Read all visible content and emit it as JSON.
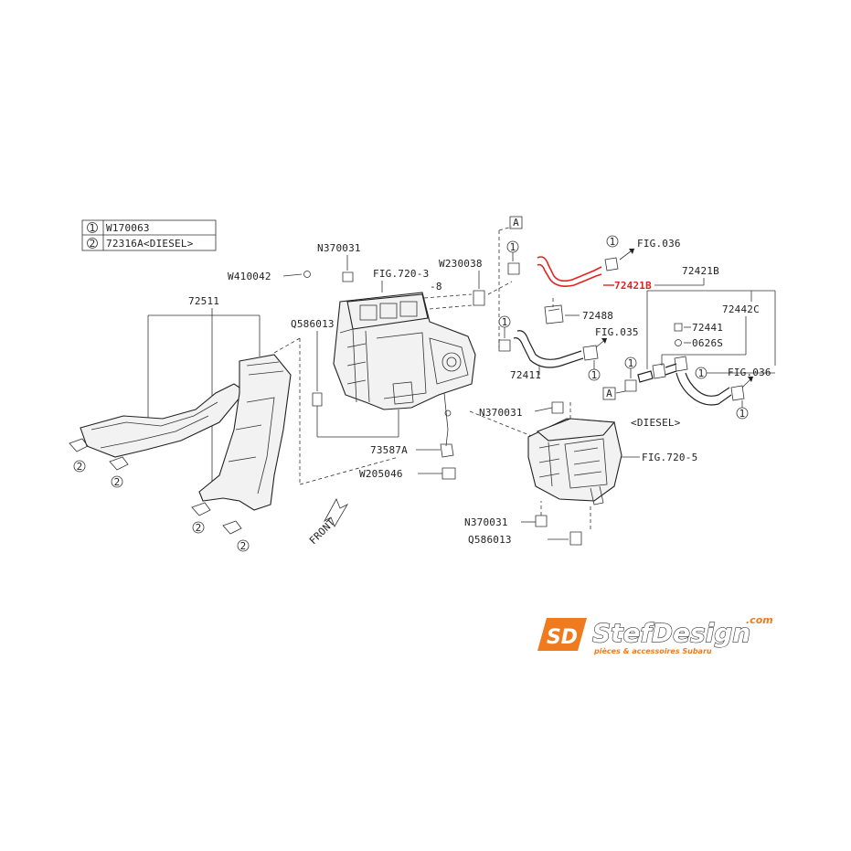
{
  "legend": [
    {
      "num": "1",
      "code": "W170063"
    },
    {
      "num": "2",
      "code": "72316A<DIESEL>"
    }
  ],
  "callouts": {
    "n370031_top": "N370031",
    "w410042": "W410042",
    "fig720_3": "FIG.720-3",
    "fig720_3_sub": "-8",
    "w230038": "W230038",
    "fig036_top": "FIG.036",
    "p72421b_hl": "72421B",
    "p72421b": "72421B",
    "p72511": "72511",
    "q586013_top": "Q586013",
    "p72488": "72488",
    "p72442c": "72442C",
    "p72441": "72441",
    "p0626s": "0626S",
    "fig035": "FIG.035",
    "p72411": "72411",
    "fig036_right": "FIG.036",
    "n370031_mid": "N370031",
    "diesel": "<DIESEL>",
    "p73587a": "73587A",
    "fig720_5": "FIG.720-5",
    "w205046": "W205046",
    "front": "FRONT",
    "n370031_bot": "N370031",
    "q586013_bot": "Q586013",
    "ref_a_top": "A",
    "ref_a_mid": "A",
    "circle_1": "1",
    "circle_2": "2"
  },
  "logo": {
    "mark": "SD",
    "name": "StefDesign",
    "tld": ".com",
    "tagline": "pièces & accessoires Subaru"
  },
  "colors": {
    "highlight": "#e32222",
    "logo_orange": "#f07a1e"
  }
}
